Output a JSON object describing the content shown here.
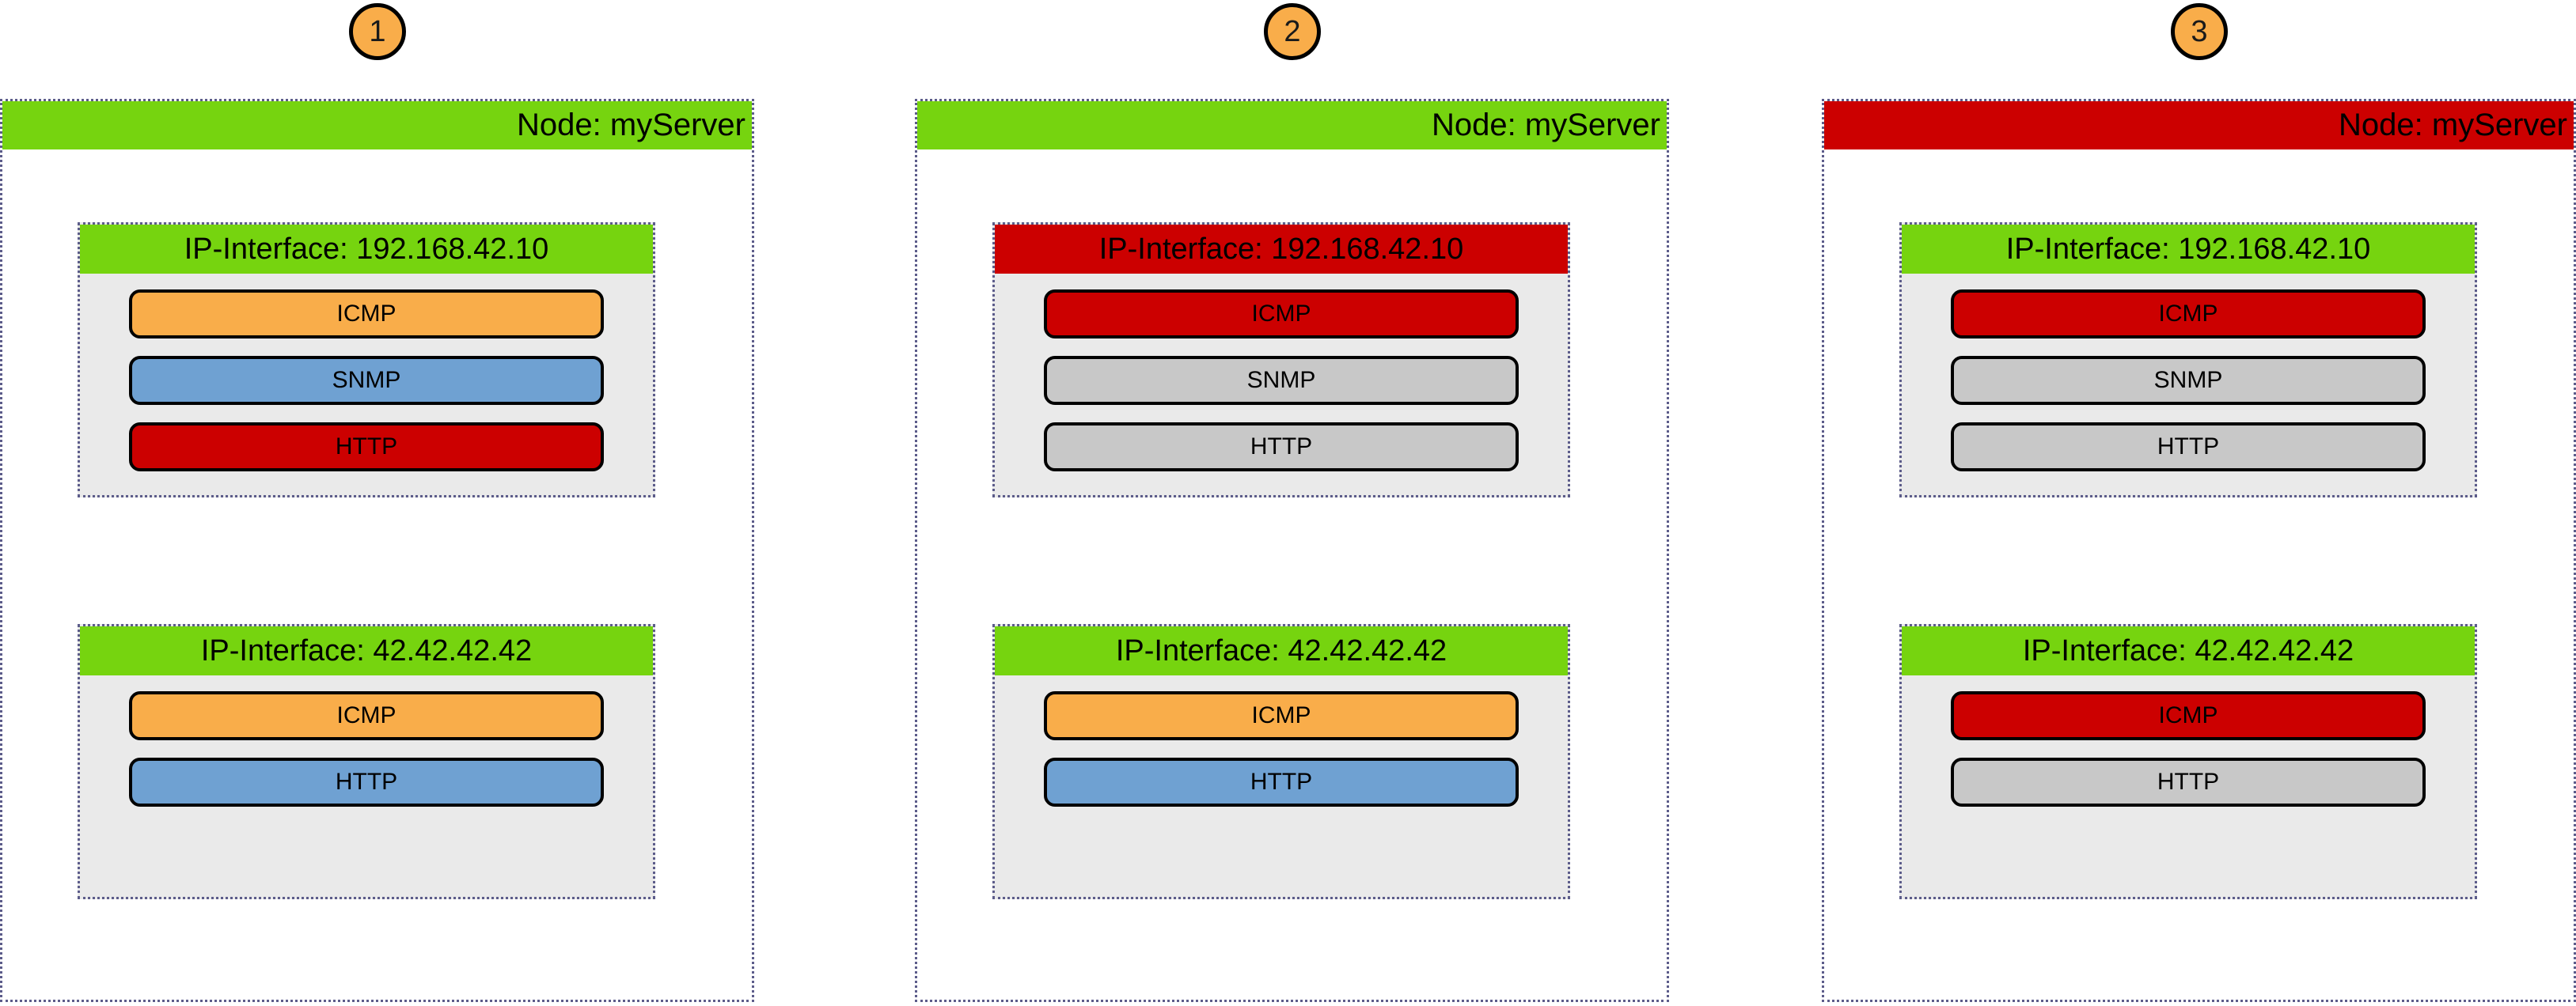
{
  "diagram": {
    "title": "Node and IP-Interface service status progression",
    "panel_count": 3,
    "colors": {
      "green": "#76d40f",
      "red": "#cc0000",
      "orange": "#f9ad4a",
      "blue": "#6fa1d2",
      "gray": "#c8c8c8",
      "body_gray": "#eaeaea",
      "dotted_border": "#5c5c8a",
      "badge_fill": "#f9ad4a",
      "outline": "#000000"
    }
  },
  "panels": [
    {
      "badge": "1",
      "node": {
        "label": "Node: myServer",
        "status_color": "green"
      },
      "interfaces": [
        {
          "label": "IP-Interface: 192.168.42.10",
          "status_color": "green",
          "services": [
            {
              "label": "ICMP",
              "status_color": "orange"
            },
            {
              "label": "SNMP",
              "status_color": "blue"
            },
            {
              "label": "HTTP",
              "status_color": "red"
            }
          ]
        },
        {
          "label": "IP-Interface: 42.42.42.42",
          "status_color": "green",
          "services": [
            {
              "label": "ICMP",
              "status_color": "orange"
            },
            {
              "label": "HTTP",
              "status_color": "blue"
            }
          ]
        }
      ]
    },
    {
      "badge": "2",
      "node": {
        "label": "Node: myServer",
        "status_color": "green"
      },
      "interfaces": [
        {
          "label": "IP-Interface: 192.168.42.10",
          "status_color": "red",
          "services": [
            {
              "label": "ICMP",
              "status_color": "red"
            },
            {
              "label": "SNMP",
              "status_color": "gray"
            },
            {
              "label": "HTTP",
              "status_color": "gray"
            }
          ]
        },
        {
          "label": "IP-Interface: 42.42.42.42",
          "status_color": "green",
          "services": [
            {
              "label": "ICMP",
              "status_color": "orange"
            },
            {
              "label": "HTTP",
              "status_color": "blue"
            }
          ]
        }
      ]
    },
    {
      "badge": "3",
      "node": {
        "label": "Node: myServer",
        "status_color": "red"
      },
      "interfaces": [
        {
          "label": "IP-Interface: 192.168.42.10",
          "status_color": "green",
          "services": [
            {
              "label": "ICMP",
              "status_color": "red"
            },
            {
              "label": "SNMP",
              "status_color": "gray"
            },
            {
              "label": "HTTP",
              "status_color": "gray"
            }
          ]
        },
        {
          "label": "IP-Interface: 42.42.42.42",
          "status_color": "green",
          "services": [
            {
              "label": "ICMP",
              "status_color": "red"
            },
            {
              "label": "HTTP",
              "status_color": "gray"
            }
          ]
        }
      ]
    }
  ]
}
